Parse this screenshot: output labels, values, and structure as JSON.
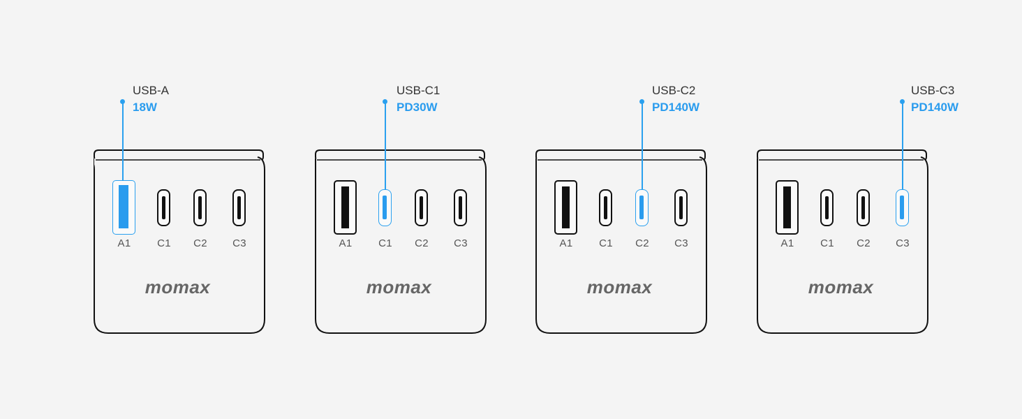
{
  "brand": "momax",
  "accent_color": "#2a9cee",
  "port_labels": {
    "a1": "A1",
    "c1": "C1",
    "c2": "C2",
    "c3": "C3"
  },
  "chargers": [
    {
      "highlighted_port": "A1",
      "callout": {
        "name": "USB-A",
        "power": "18W"
      }
    },
    {
      "highlighted_port": "C1",
      "callout": {
        "name": "USB-C1",
        "power": "PD30W"
      }
    },
    {
      "highlighted_port": "C2",
      "callout": {
        "name": "USB-C2",
        "power": "PD140W"
      }
    },
    {
      "highlighted_port": "C3",
      "callout": {
        "name": "USB-C3",
        "power": "PD140W"
      }
    }
  ]
}
